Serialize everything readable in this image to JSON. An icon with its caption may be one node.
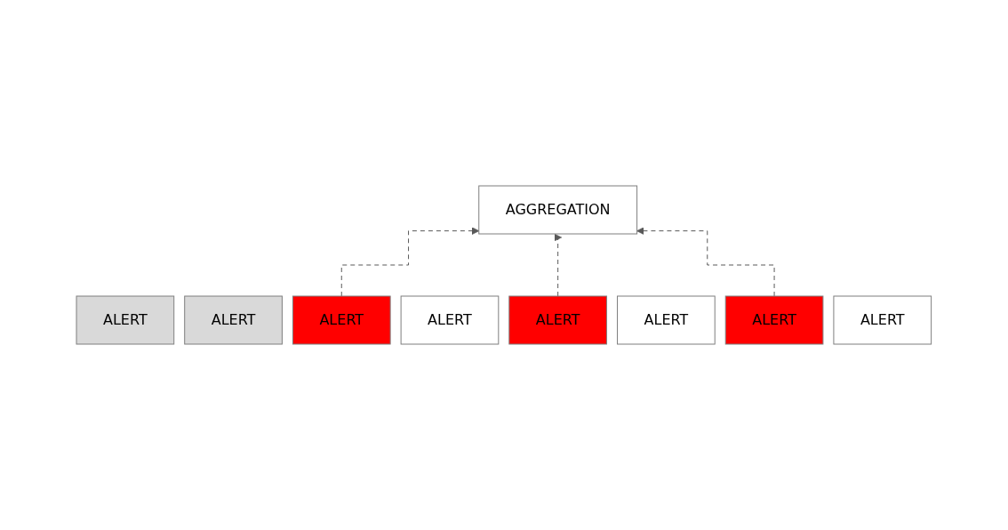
{
  "diagram": {
    "nodes": [
      {
        "text": [
          "AGGREGATION"
        ]
      },
      {
        "text": [
          "ALERT"
        ]
      },
      {
        "text": [
          "ALERT"
        ]
      },
      {
        "text": [
          "ALERT"
        ]
      },
      {
        "text": [
          "ALERT"
        ]
      },
      {
        "text": [
          "ALERT"
        ]
      },
      {
        "text": [
          "ALERT"
        ]
      },
      {
        "text": [
          "ALERT"
        ]
      },
      {
        "text": [
          "ALERT"
        ]
      }
    ],
    "edges": [
      {
        "from": 3,
        "to": 0,
        "arrow": "to",
        "style": "dashed"
      },
      {
        "from": 5,
        "to": 0,
        "arrow": "to",
        "style": "dashed"
      },
      {
        "from": 7,
        "to": 0,
        "arrow": "to",
        "style": "dashed"
      }
    ]
  }
}
